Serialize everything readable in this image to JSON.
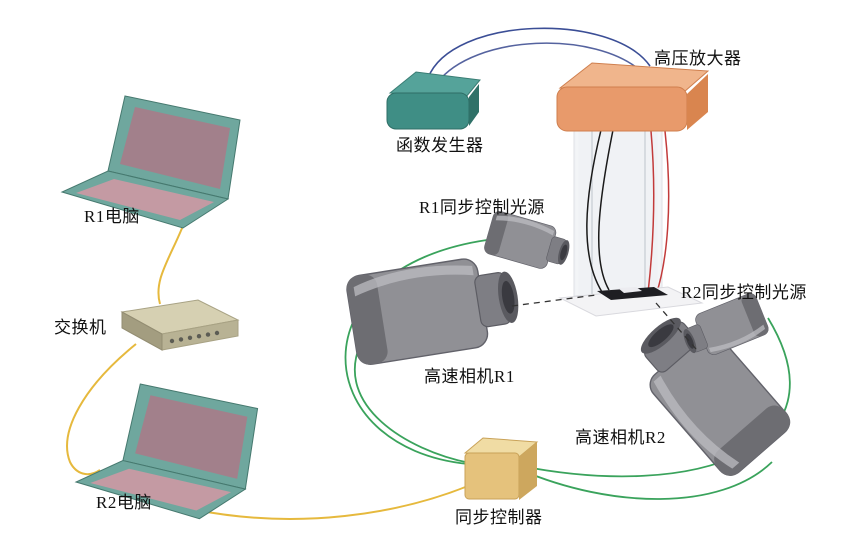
{
  "figure": {
    "type": "experimental-setup-diagram",
    "labels": {
      "hv_amplifier": "高压放大器",
      "function_generator": "函数发生器",
      "r1_computer": "R1电脑",
      "network_switch": "交换机",
      "r2_computer": "R2电脑",
      "r1_light_source": "R1同步控制光源",
      "r2_light_source": "R2同步控制光源",
      "camera_r1": "高速相机R1",
      "camera_r2": "高速相机R2",
      "sync_controller": "同步控制器"
    },
    "colors": {
      "function_generator_box": "#3f8e85",
      "hv_amplifier_box": "#e89a6b",
      "laptop_body": "#6fa79e",
      "laptop_screen": "#a2808b",
      "switch_box": "#cfc9ab",
      "sync_controller_box": "#e5c27c",
      "camera_body": "#909095",
      "wire_network_yellow": "#e6b93d",
      "wire_trigger_green": "#3aa35c",
      "wire_signal_blue": "#3b4e96",
      "wire_hv_black": "#1a1a1a",
      "wire_hv_red": "#c23b3b"
    },
    "connections": [
      {
        "from": "函数发生器",
        "to": "高压放大器",
        "wire": "blue"
      },
      {
        "from": "高压放大器",
        "to": "specimen-cell",
        "wire": "black"
      },
      {
        "from": "高压放大器",
        "to": "specimen-cell",
        "wire": "red"
      },
      {
        "from": "R1电脑",
        "to": "交换机",
        "wire": "yellow"
      },
      {
        "from": "交换机",
        "to": "R2电脑",
        "wire": "yellow"
      },
      {
        "from": "R2电脑",
        "to": "同步控制器",
        "wire": "yellow"
      },
      {
        "from": "同步控制器",
        "to": "R1同步控制光源",
        "wire": "green"
      },
      {
        "from": "同步控制器",
        "to": "高速相机R1",
        "wire": "green"
      },
      {
        "from": "同步控制器",
        "to": "R2同步控制光源",
        "wire": "green"
      },
      {
        "from": "同步控制器",
        "to": "高速相机R2",
        "wire": "green"
      },
      {
        "from": "高速相机R1",
        "to": "specimen-cell",
        "wire": "dashed-sightline"
      },
      {
        "from": "specimen-cell",
        "to": "高速相机R2",
        "wire": "dashed-sightline"
      }
    ]
  }
}
